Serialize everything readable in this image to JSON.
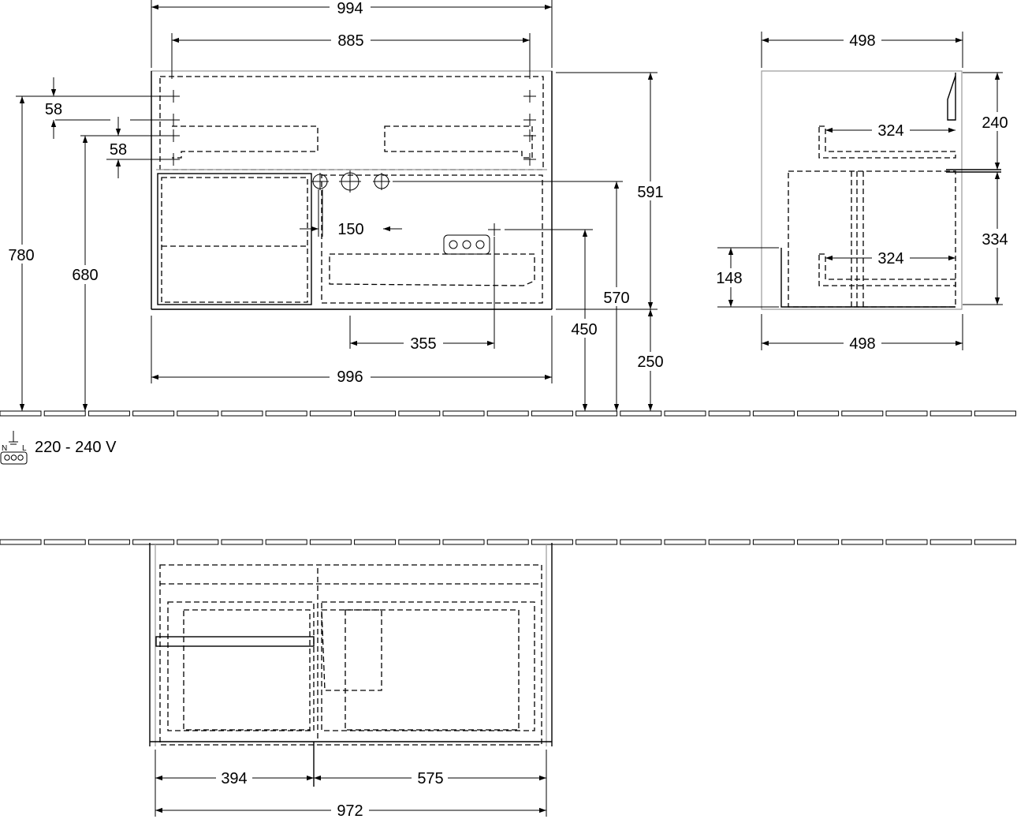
{
  "front_view": {
    "width_top": "994",
    "inner_width": "885",
    "offset_upper": "58",
    "offset_lower": "58",
    "height_total": "780",
    "height_outlet": "680",
    "pipe_spacing": "150",
    "socket_offset": "355",
    "width_bottom": "996",
    "cabinet_height": "591",
    "height_pipe": "570",
    "height_socket": "450",
    "height_floor": "250"
  },
  "side_view": {
    "depth_top": "498",
    "drawer_depth_upper": "324",
    "drawer_depth_lower": "324",
    "drawer_height_upper": "240",
    "drawer_height_lower": "334",
    "drawer_height_small": "148",
    "depth_bottom": "498"
  },
  "plan_view": {
    "left_width": "394",
    "right_width": "575",
    "total_width": "972"
  },
  "electrical": {
    "voltage_label": "220 - 240 V",
    "socket_icon": "power-socket-icon"
  }
}
